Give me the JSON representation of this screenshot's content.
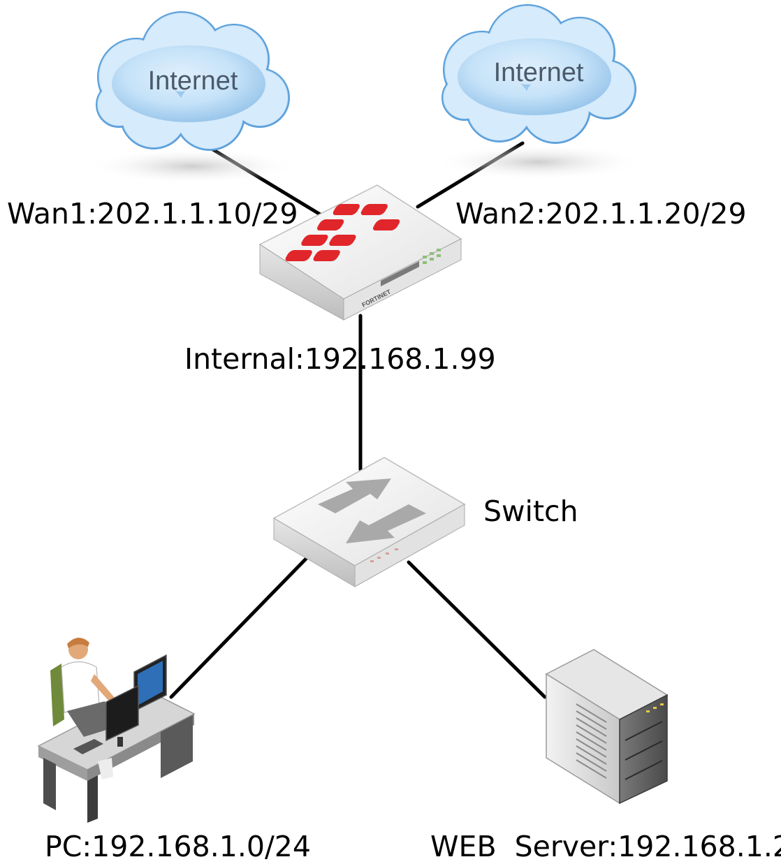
{
  "clouds": [
    {
      "label": "Internet"
    },
    {
      "label": "Internet"
    }
  ],
  "labels": {
    "wan1": "Wan1:202.1.1.10/29",
    "wan2": "Wan2:202.1.1.20/29",
    "internal": "Internal:192.168.1.99",
    "switch": "Switch",
    "pc": "PC:192.168.1.0/24",
    "web_server": "WEB  Server:192.168.1.2"
  },
  "firewall": {
    "brand": "FORTINET"
  },
  "colors": {
    "link": "#000000",
    "cloud": "#7cb6e6",
    "cloud_text": "#4a5a6b",
    "fortinet_red": "#e0262a",
    "device_body": "#eeeeee"
  }
}
